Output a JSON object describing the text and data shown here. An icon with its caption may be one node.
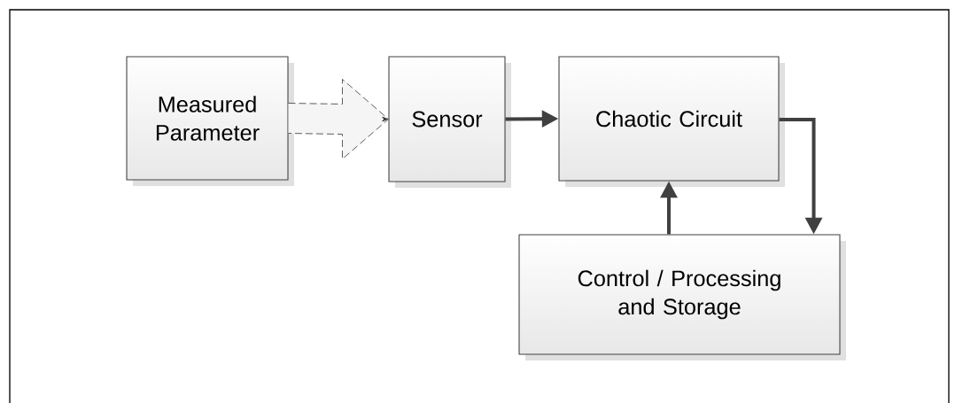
{
  "diagram": {
    "nodes": [
      {
        "text": [
          "Measured Parameter"
        ]
      },
      {
        "text": [
          "Sensor"
        ]
      },
      {
        "text": [
          "Chaotic Circuit"
        ]
      },
      {
        "text": [
          "Control / Processing and Storage"
        ]
      }
    ],
    "edges": [
      {
        "from": 0,
        "to": 1,
        "arrow": "to",
        "style": "dashed"
      },
      {
        "from": 1,
        "to": 2,
        "arrow": "to"
      },
      {
        "from": 2,
        "to": 3,
        "arrow": "to"
      },
      {
        "from": 3,
        "to": 2,
        "arrow": "to"
      }
    ]
  }
}
